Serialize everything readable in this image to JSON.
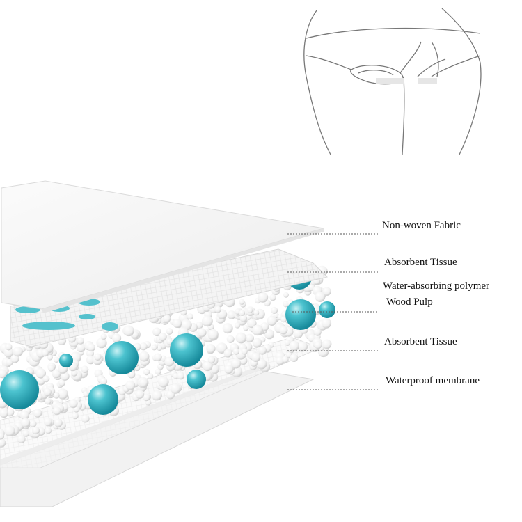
{
  "labels": {
    "non_woven_fabric": "Non-woven Fabric",
    "absorbent_tissue_top": "Absorbent Tissue",
    "water_absorbing_polymer": "Water-absorbing polymer",
    "wood_pulp": "Wood Pulp",
    "absorbent_tissue_bottom": "Absorbent Tissue",
    "waterproof_membrane": "Waterproof membrane"
  },
  "colors": {
    "layer_white": "#f7f7f7",
    "layer_edge": "#dcdcdc",
    "polymer_teal": "#35b3c0",
    "pulp_white": "#ffffff",
    "leader_line": "#555555",
    "sketch_line": "#777777"
  },
  "icons": {
    "body_sketch": "underwear-body-outline-icon"
  }
}
